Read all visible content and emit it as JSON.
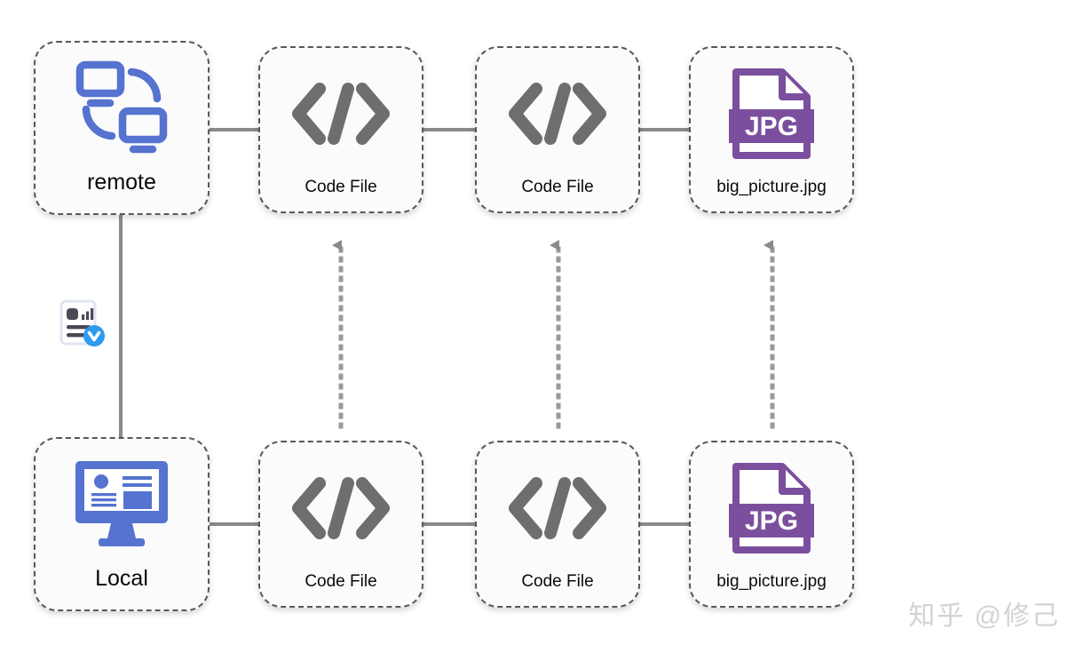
{
  "diagram": {
    "title": "git remote and local file sync diagram",
    "background": "#ffffff",
    "colors": {
      "blue": "#5573cf",
      "purple": "#7b4f9d",
      "gray_glyph": "#6e6e6e",
      "edge": "#8a8a8a",
      "node_border": "#58585c",
      "node_fill": "#fbfbfc",
      "badge_blue": "#2e9bf0",
      "watermark": "#d3d3d6"
    },
    "nodes": [
      {
        "id": "remote",
        "label": "remote",
        "icon": "remote-sync-icon",
        "row": "top"
      },
      {
        "id": "code-1",
        "label": "Code File",
        "icon": "code-file-icon",
        "row": "top"
      },
      {
        "id": "code-2",
        "label": "Code File",
        "icon": "code-file-icon",
        "row": "top"
      },
      {
        "id": "jpg-1",
        "label": "big_picture.jpg",
        "icon": "jpg-file-icon",
        "row": "top",
        "badge": "JPG"
      },
      {
        "id": "local",
        "label": "Local",
        "icon": "monitor-icon",
        "row": "bottom"
      },
      {
        "id": "code-3",
        "label": "Code File",
        "icon": "code-file-icon",
        "row": "bottom"
      },
      {
        "id": "code-4",
        "label": "Code File",
        "icon": "code-file-icon",
        "row": "bottom"
      },
      {
        "id": "jpg-2",
        "label": "big_picture.jpg",
        "icon": "jpg-file-icon",
        "row": "bottom",
        "badge": "JPG"
      }
    ],
    "badges": {
      "jpg_top": "JPG",
      "jpg_bottom": "JPG"
    },
    "edges": [
      {
        "from": "remote",
        "to": "code-1",
        "style": "solid"
      },
      {
        "from": "code-1",
        "to": "code-2",
        "style": "solid"
      },
      {
        "from": "code-2",
        "to": "jpg-1",
        "style": "solid"
      },
      {
        "from": "remote",
        "to": "local",
        "style": "solid"
      },
      {
        "from": "local",
        "to": "code-3",
        "style": "solid"
      },
      {
        "from": "code-3",
        "to": "code-4",
        "style": "solid"
      },
      {
        "from": "code-4",
        "to": "jpg-2",
        "style": "solid"
      },
      {
        "from": "code-3",
        "to": "code-1",
        "style": "dotted-arrow"
      },
      {
        "from": "code-4",
        "to": "code-2",
        "style": "dotted-arrow"
      },
      {
        "from": "jpg-2",
        "to": "jpg-1",
        "style": "dotted-arrow"
      }
    ],
    "commit_icon": {
      "name": "commit-document-icon",
      "badge": "chevron-down"
    }
  },
  "watermark": {
    "text": "知乎 @修己"
  }
}
